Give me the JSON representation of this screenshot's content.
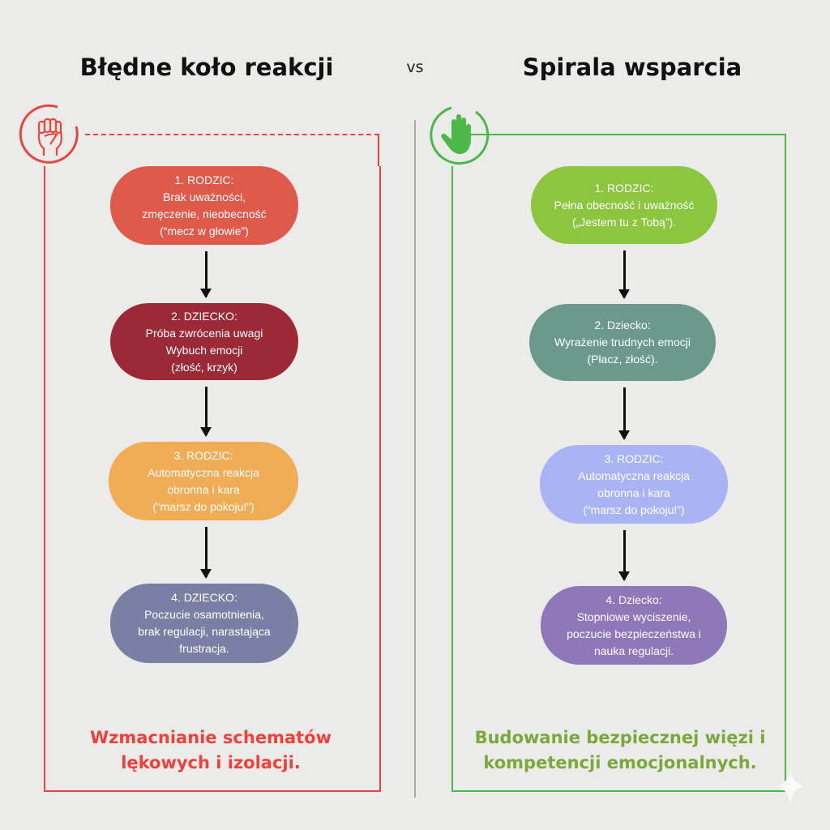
{
  "header": {
    "left_title": "Błędne koło reakcji",
    "vs": "vs",
    "right_title": "Spirala wsparcia"
  },
  "left": {
    "icon": "raised-fist-icon",
    "accent": "#e8453c",
    "steps": [
      {
        "title": "1. RODZIC:",
        "lines": [
          "Brak uważności,",
          "zmęczenie, nieobecność",
          "(“mecz w głowie”)"
        ],
        "color": "#e05a4b"
      },
      {
        "title": "2. DZIECKO:",
        "lines": [
          "Próba zwrócenia uwagi",
          "Wybuch emocji",
          "(złość, krzyk)"
        ],
        "color": "#9b2a36"
      },
      {
        "title": "3. RODZIC:",
        "lines": [
          "Automatyczna reakcja",
          "obronna i kara",
          "(“marsz do pokoju!”)"
        ],
        "color": "#f0ad55"
      },
      {
        "title": "4. DZIECKO:",
        "lines": [
          "Poczucie osamotnienia,",
          "brak regulacji, narastająca",
          "frustracja."
        ],
        "color": "#7a80a4"
      }
    ],
    "footer": [
      "Wzmacnianie schematów",
      "lękowych i izolacji."
    ]
  },
  "right": {
    "icon": "raised-hand-icon",
    "accent": "#4cb848",
    "steps": [
      {
        "title": "1. RODZIC:",
        "lines": [
          "Pełna obecność i uważność",
          "(„Jestem tu z Tobą”)."
        ],
        "color": "#8cc63f"
      },
      {
        "title": "2. Dziecko:",
        "lines": [
          "Wyrażenie trudnych emocji",
          "(Płacz, złość)."
        ],
        "color": "#6b9a8c"
      },
      {
        "title": "3. RODZIC:",
        "lines": [
          "Automatyczna reakcja",
          "obronna i kara",
          "(“marsz do pokoju!”)"
        ],
        "color": "#a9b4f5"
      },
      {
        "title": "4. Dziecko:",
        "lines": [
          "Stopniowe wyciszenie,",
          "poczucie bezpieczeństwa i",
          "nauka regulacji."
        ],
        "color": "#8f78b8"
      }
    ],
    "footer": [
      "Budowanie bezpiecznej więzi i",
      "kompetencji emocjonalnych."
    ]
  }
}
